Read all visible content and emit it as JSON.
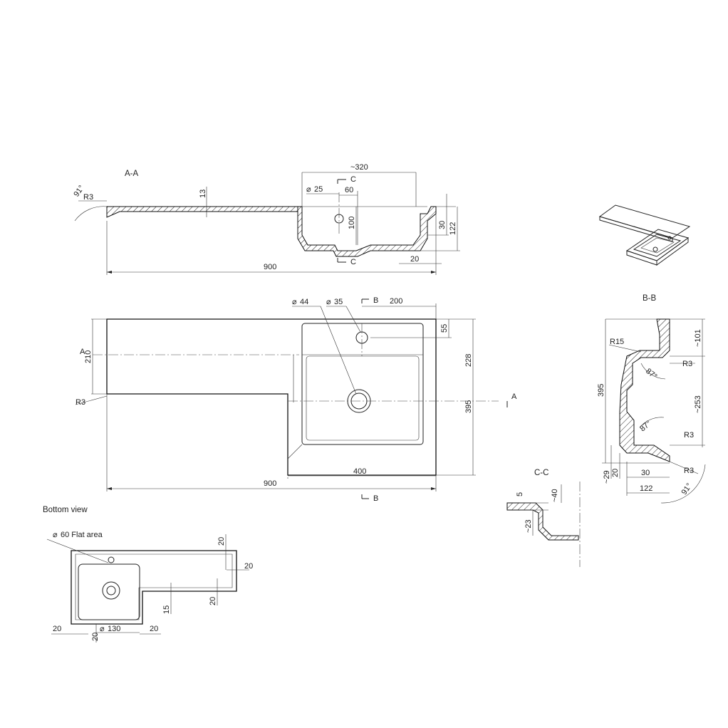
{
  "views": {
    "section_aa": {
      "title": "A-A",
      "angle": "91°",
      "radius": "R3",
      "thickness": "13",
      "bowl_width": "~320",
      "section_mark": "C",
      "hole_diameter": "25",
      "hole_offset": "60",
      "hole_height": "100",
      "rim_depth": "30",
      "total_height": "122",
      "rim_width": "20",
      "total_length": "900"
    },
    "top_view": {
      "overflow_diameter": "44",
      "tap_hole_diameter": "35",
      "section_mark_b": "B",
      "section_mark_a": "A",
      "right_margin": "200",
      "hole_edge": "55",
      "shelf_depth": "210",
      "bowl_depth": "228",
      "total_depth": "395",
      "corner_radius": "R3",
      "bowl_length": "400",
      "total_length": "900"
    },
    "section_bb": {
      "title": "B-B",
      "fillet_radius": "R15",
      "upper_height": "~101",
      "radius_top": "R3",
      "angle_top": "87°",
      "total_height": "395",
      "inner_height": "~253",
      "angle_bottom": "87°",
      "radius_mid": "R3",
      "radius_bottom": "R3",
      "bottom_offset": "~29",
      "bottom_lip": "20",
      "rim_width": "30",
      "total_width": "122",
      "corner_angle": "91°"
    },
    "section_cc": {
      "title": "C-C",
      "thickness": "5",
      "depth": "~40",
      "drop": "~23"
    },
    "bottom_view": {
      "title": "Bottom view",
      "flat_area": "60 Flat area",
      "top_margin": "20",
      "right_margin": "20",
      "step_margin": "20",
      "step_height": "15",
      "left_margin": "20",
      "bottom_margin": "20",
      "drain_diameter": "130",
      "mid_margin": "20"
    }
  },
  "symbols": {
    "diameter": "⌀"
  }
}
